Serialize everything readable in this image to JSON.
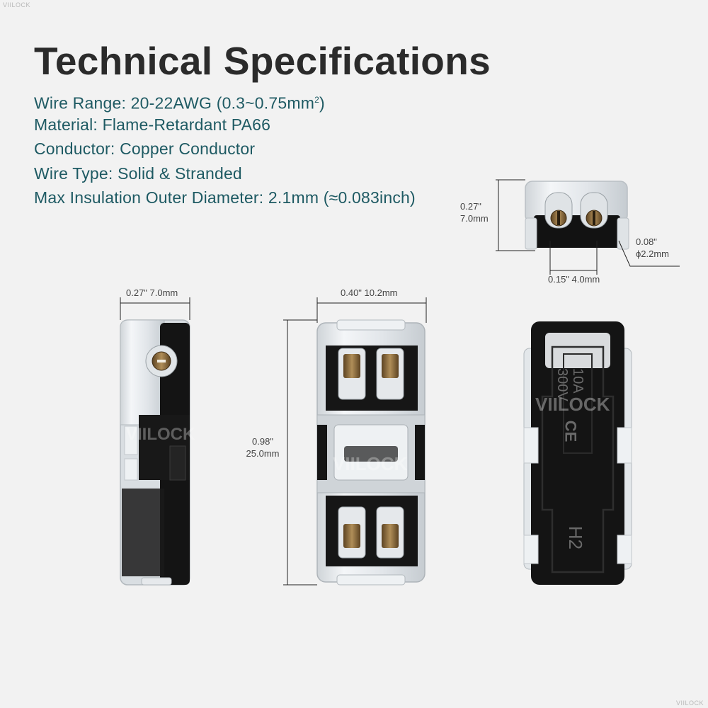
{
  "brand": {
    "corner_mark": "VIILOCK",
    "watermark": "VIILOCK"
  },
  "title": "Technical Specifications",
  "specs": [
    {
      "label": "Wire Range",
      "value": "20-22AWG (0.3~0.75mm",
      "sup": "2",
      "tail": ")"
    },
    {
      "label": "Material",
      "value": "Flame-Retardant PA66"
    },
    {
      "label": "Conductor",
      "value": "Copper Conductor"
    },
    {
      "label": "Wire Type",
      "value": "Solid & Stranded"
    },
    {
      "label": "Max Insulation Outer Diameter",
      "value": "2.1mm (≈0.083inch)"
    }
  ],
  "dimensions": {
    "end_height": {
      "inch": "0.27\"",
      "mm": "7.0mm"
    },
    "hole_diameter": {
      "inch": "0.08\"",
      "mm": "ϕ2.2mm"
    },
    "hole_pitch": {
      "text": "0.15\" 4.0mm"
    },
    "side_width": {
      "text": "0.27\" 7.0mm"
    },
    "front_width": {
      "text": "0.40\" 10.2mm"
    },
    "length": {
      "inch": "0.98\"",
      "mm": "25.0mm"
    }
  },
  "markings": {
    "rating_top": "10A",
    "rating_bottom": "300V",
    "ce": "CE",
    "model": "H2"
  },
  "colors": {
    "title": "#2b2b2b",
    "spec_text": "#1e5a63",
    "background": "#f2f2f2",
    "housing_black": "#141414",
    "clear_plastic": "#e6eaee",
    "copper": "#8a6a3c"
  }
}
